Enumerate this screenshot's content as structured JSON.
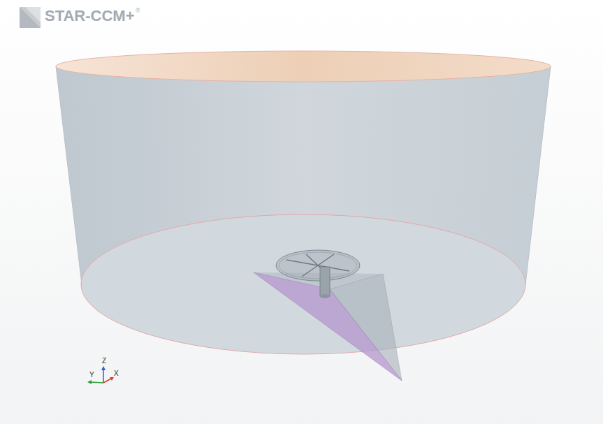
{
  "diagram": {
    "labels": [
      "STAR-CCM+",
      "®",
      "Z",
      "Y",
      "X"
    ]
  }
}
